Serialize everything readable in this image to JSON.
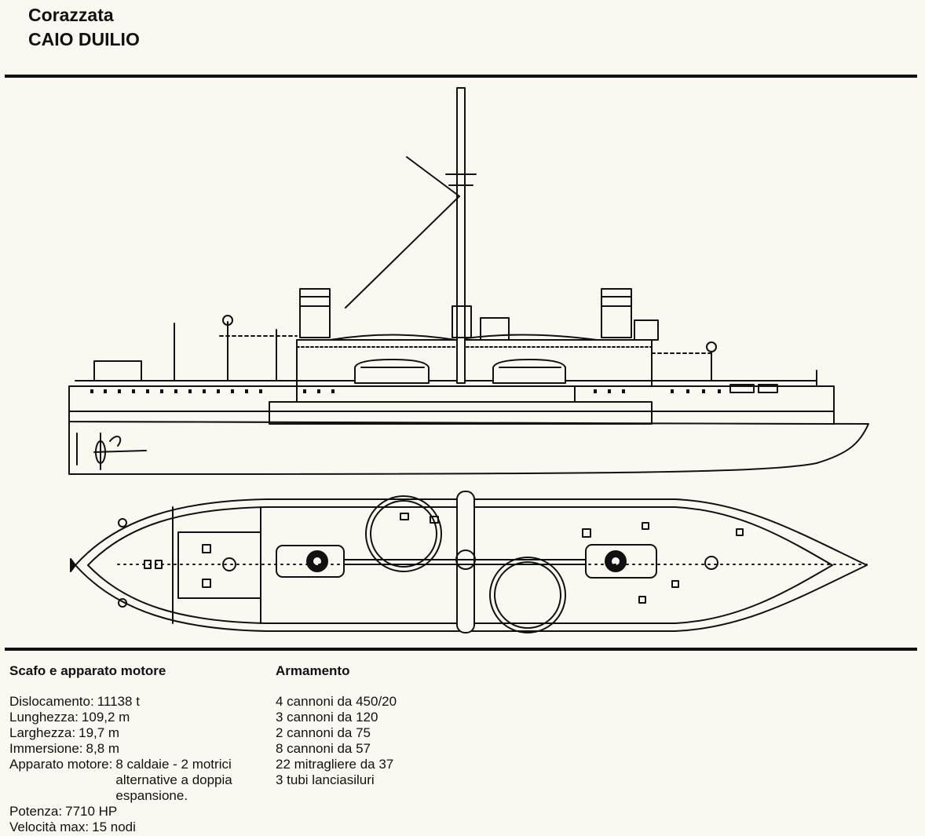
{
  "header": {
    "type": "Corazzata",
    "name": "CAIO DUILIO"
  },
  "hull_section": {
    "title": "Scafo e apparato motore",
    "specs": [
      {
        "label": "Dislocamento:",
        "value": "11138 t"
      },
      {
        "label": "Lunghezza:",
        "value": "109,2 m"
      },
      {
        "label": "Larghezza:",
        "value": "19,7 m"
      },
      {
        "label": "Immersione:",
        "value": "8,8 m"
      },
      {
        "label": "Apparato motore:",
        "value": "8 caldaie - 2 motrici alternative a doppia espansione."
      },
      {
        "label": "Potenza:",
        "value": "7710 HP"
      },
      {
        "label": "Velocità max:",
        "value": "15 nodi"
      }
    ]
  },
  "armament_section": {
    "title": "Armamento",
    "items": [
      "4 cannoni da 450/20",
      "3 cannoni da 120",
      "2 cannoni da 75",
      "8 cannoni da 57",
      "22 mitragliere da 37",
      "3 tubi lanciasiluri"
    ]
  }
}
